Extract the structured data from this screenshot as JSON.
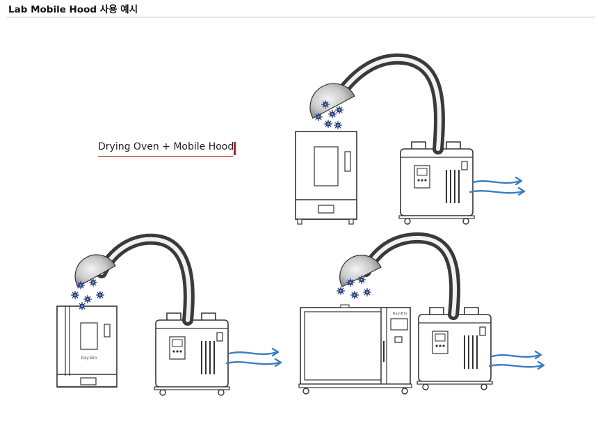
{
  "header": {
    "title": "Lab Mobile Hood 사용 예시"
  },
  "caption": {
    "text": "Drying Oven + Mobile Hood"
  },
  "colors": {
    "accent": "#b51c1c",
    "airflow": "#3a7fc1",
    "virus": "#2b3f7a",
    "line": "#333333"
  },
  "devices": {
    "oven_brand": "Ray-Bio",
    "chamber_brand": "Ray-Bio"
  },
  "icons": [
    "virus-particle-icon",
    "airflow-arrow-icon"
  ]
}
